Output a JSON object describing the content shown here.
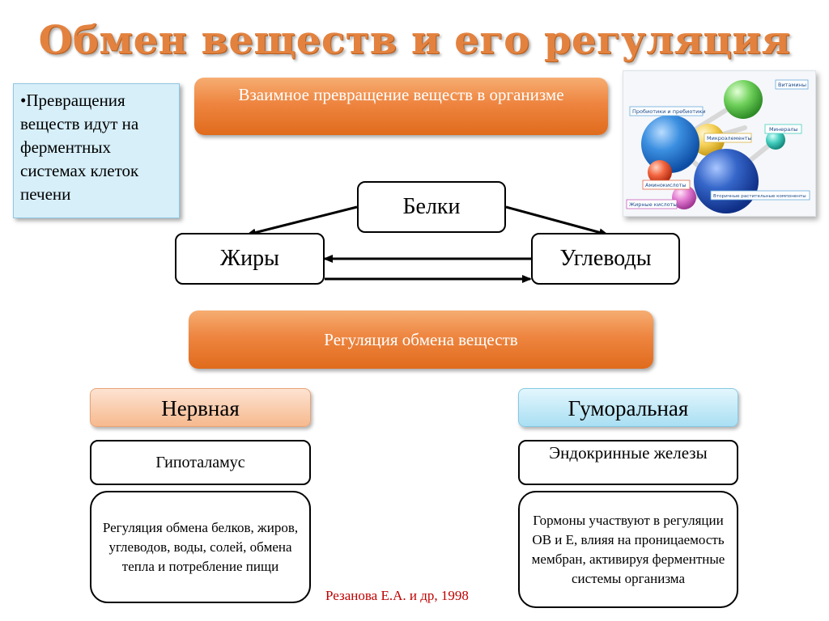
{
  "title": "Обмен веществ и его регуляция",
  "note": "•Превращения веществ идут на ферментных системах клеток печени",
  "interconversion": "Взаимное превращение веществ в организме",
  "nodes": {
    "proteins": "Белки",
    "fats": "Жиры",
    "carbs": "Углеводы"
  },
  "regulation": "Регуляция обмена веществ",
  "nervous": {
    "header": "Нервная",
    "organ": "Гипоталамус",
    "description": "Регуляция обмена белков, жиров, углеводов, воды, солей, обмена тепла и потребление пищи"
  },
  "humoral": {
    "header": "Гуморальная",
    "organ": "Эндокринные железы",
    "description": "Гормоны участвуют в регуляции ОВ и Е, влияя на проницаемость мембран, активируя ферментные системы организма"
  },
  "picture_labels": {
    "vitamins": "Витамины",
    "probiotics": "Пробиотики и пребиотики",
    "microelements": "Микроэлементы",
    "minerals": "Минералы",
    "amino": "Аминокислоты",
    "secondary": "Вторичные растительные компоненты",
    "fatty": "Жирные кислоты"
  },
  "citation": "Резанова Е.А. и др, 1998",
  "colors": {
    "title": "#e3823f",
    "orange_bar": "#ee8540",
    "note_bg": "#d7eff9",
    "nervous_bg": "#f6b98e",
    "humoral_bg": "#a9dff3",
    "citation": "#c00000"
  }
}
